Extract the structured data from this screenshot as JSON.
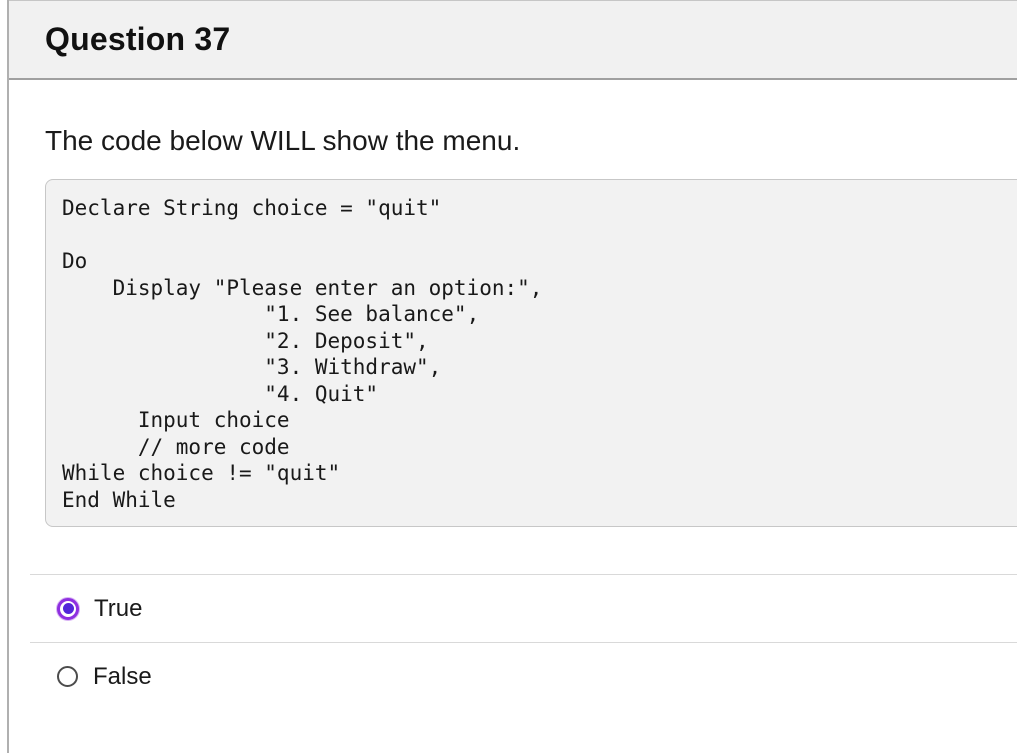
{
  "header": {
    "title": "Question 37"
  },
  "question": {
    "prompt": "The code below WILL show the menu."
  },
  "code_block": {
    "lines": [
      "Declare String choice = \"quit\"",
      "",
      "Do",
      "    Display \"Please enter an option:\",",
      "                \"1. See balance\",",
      "                \"2. Deposit\",",
      "                \"3. Withdraw\",",
      "                \"4. Quit\"",
      "      Input choice",
      "      // more code",
      "While choice != \"quit\"",
      "End While"
    ]
  },
  "options": [
    {
      "label": "True",
      "selected": true
    },
    {
      "label": "False",
      "selected": false
    }
  ],
  "colors": {
    "header_background": "#f1f1f1",
    "code_background": "#f2f2f2",
    "code_border": "#c7c7c7",
    "divider": "#d9d9d9",
    "radio_selected_ring": "#8e2fe0",
    "radio_selected_dot": "#5226d9",
    "radio_unselected_border": "#4c4c4c",
    "text": "#1a1a1a"
  }
}
